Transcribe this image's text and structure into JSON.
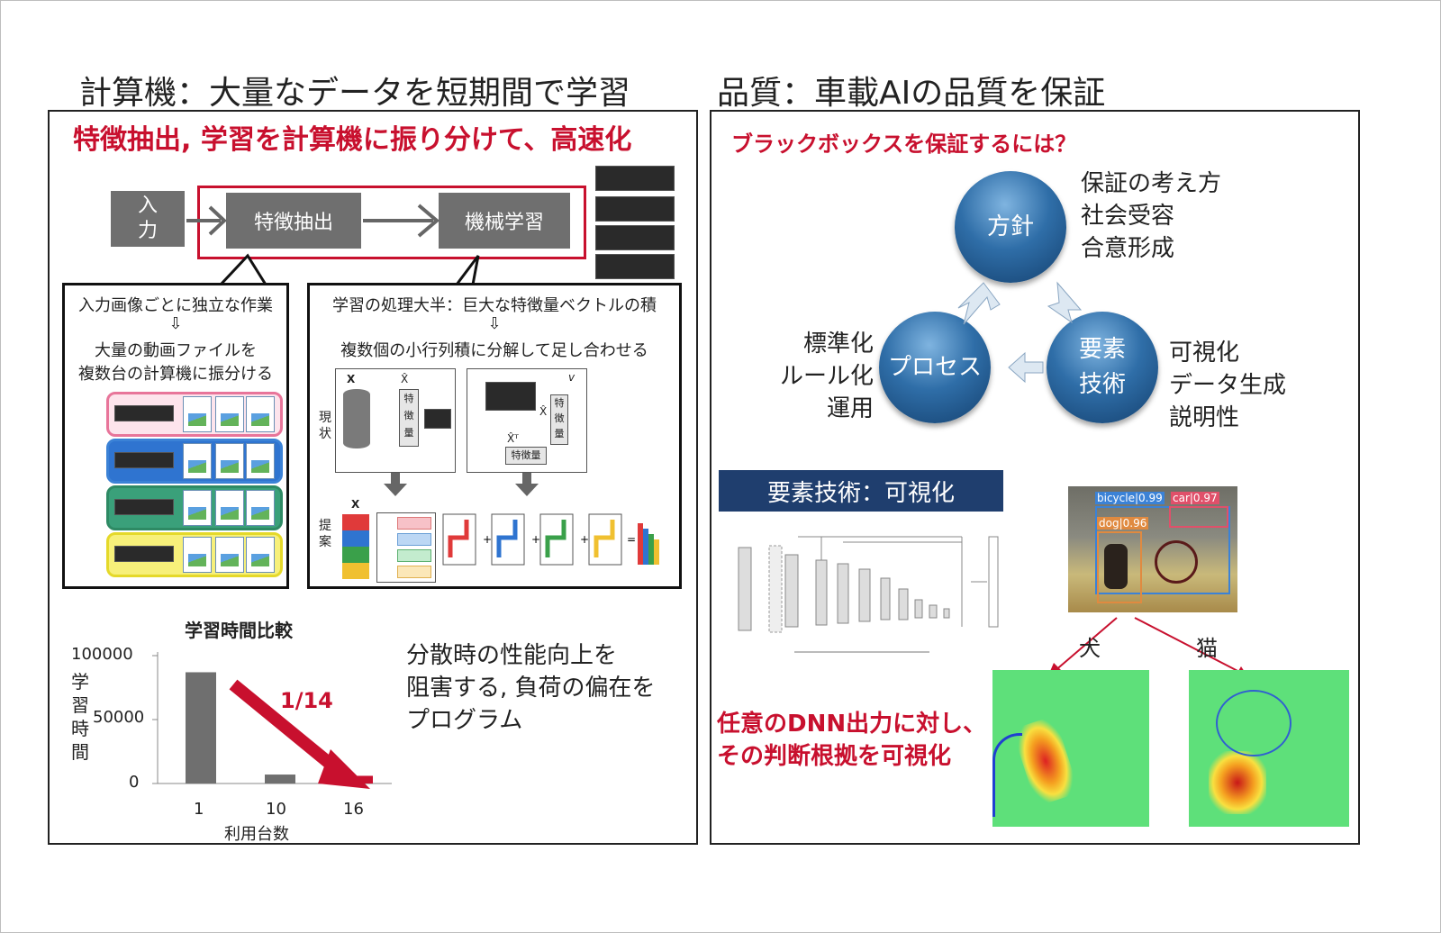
{
  "left": {
    "heading": "計算機：大量なデータを短期間で学習",
    "red_title": "特徴抽出, 学習を計算機に振り分けて、高速化",
    "flow": {
      "input_line1": "入",
      "input_line2": "力",
      "feature": "特徴抽出",
      "ml": "機械学習"
    },
    "callout_left": {
      "line1": "入力画像ごとに独立な作業",
      "arrow": "⇩",
      "line2": "大量の動画ファイルを",
      "line3": "複数台の計算機に振分ける"
    },
    "callout_right": {
      "line1": "学習の処理大半：巨大な特徴量ベクトルの積",
      "arrow": "⇩",
      "line2": "複数個の小行列積に分解して足し合わせる",
      "genjo1": "現",
      "genjo2": "状",
      "teian1": "提",
      "teian2": "案",
      "x1": "X",
      "xhat1": "X̂",
      "feat_c1": "特",
      "feat_c2": "徴",
      "feat_c3": "量",
      "v": "v",
      "xhat2": "X̂",
      "xhatT": "X̂ᵀ",
      "feat_word": "特徴量",
      "x2": "X",
      "plus": "+",
      "equals": "="
    },
    "row_colors": [
      "#e8759a",
      "#3b82d6",
      "#3aa07a",
      "#f2e83a"
    ],
    "chart_text": "分散時の性能向上を\n阻害する, 負荷の偏在を\nプログラム",
    "chart_text_lines": [
      "分散時の性能向上を",
      "阻害する, 負荷の偏在を",
      "プログラム"
    ]
  },
  "chart_data": {
    "type": "bar",
    "title": "学習時間比較",
    "xlabel": "利用台数",
    "ylabel": "学習時間",
    "ylabel_chars": [
      "学",
      "習",
      "時",
      "間"
    ],
    "categories": [
      "1",
      "10",
      "16"
    ],
    "values": [
      87000,
      7000,
      6000
    ],
    "bar_colors": [
      "#6f6f6f",
      "#6f6f6f",
      "#c8102e"
    ],
    "ylim": [
      0,
      100000
    ],
    "yticks": [
      "100000",
      "50000",
      "0"
    ],
    "annotation": "1/14"
  },
  "right": {
    "heading": "品質：車載AIの品質を保証",
    "red_title": "ブラックボックスを保証するには？",
    "circles": {
      "policy": "方針",
      "process": "プロセス",
      "tech_line1": "要素",
      "tech_line2": "技術"
    },
    "policy_notes": [
      "保証の考え方",
      "社会受容",
      "合意形成"
    ],
    "process_notes": [
      "標準化",
      "ルール化",
      "運用"
    ],
    "tech_notes": [
      "可視化",
      "データ生成",
      "説明性"
    ],
    "banner": "要素技術：可視化",
    "detections": {
      "bicycle": "bicycle|0.99",
      "car": "car|0.97",
      "dog": "dog|0.96"
    },
    "dog_label": "犬",
    "cat_label": "猫",
    "bottom_line1": "任意のDNN出力に対し、",
    "bottom_line2": "その判断根拠を可視化",
    "colors": {
      "accent_red": "#c8102e",
      "circle_blue": "#2f6ea8",
      "banner_blue": "#1f3e6e"
    }
  }
}
